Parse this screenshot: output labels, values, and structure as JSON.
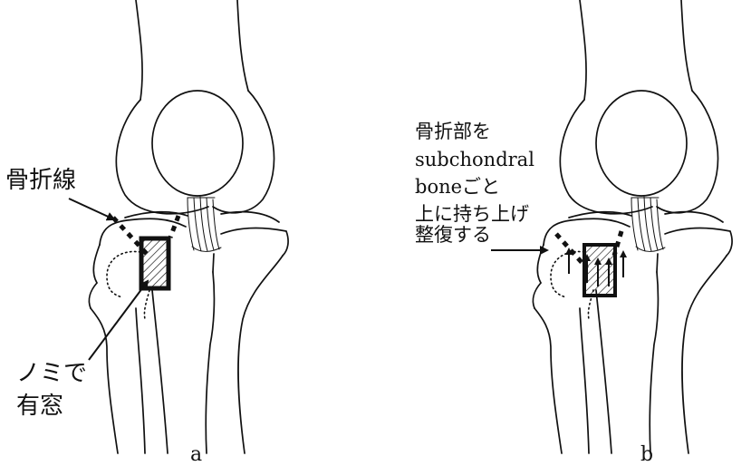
{
  "panel_a": {
    "label": "a",
    "annotation_fracture_line": "骨折線",
    "annotation_window": [
      "ノミで",
      "有窓"
    ]
  },
  "panel_b": {
    "label": "b",
    "annotation_reduction": [
      "骨折部を",
      "subchondral",
      "boneごと",
      "上に持ち上げ",
      "整復する"
    ]
  }
}
